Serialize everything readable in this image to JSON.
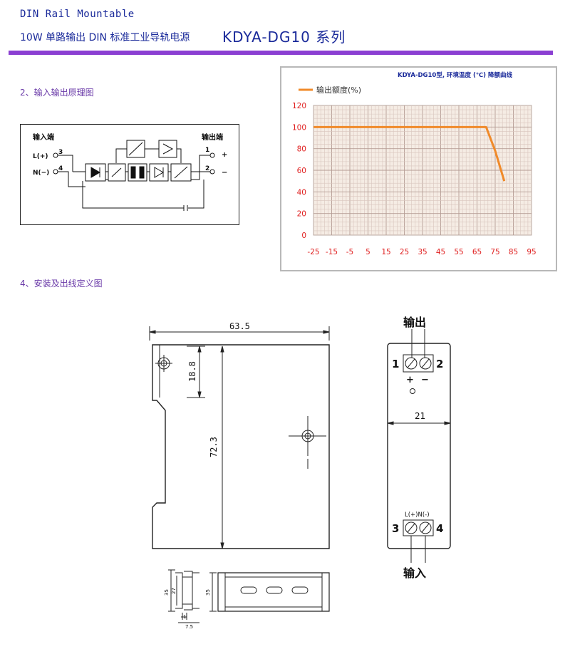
{
  "header": {
    "line1": "DIN Rail Mountable",
    "line2": "10W 单路输出 DIN 标准工业导轨电源",
    "series": "KDYA-DG10 系列",
    "accent_color": "#8b3fd2",
    "text_color": "#1a2a9a"
  },
  "principle": {
    "title": "2、输入输出原理图",
    "input_label": "输入端",
    "output_label": "输出端",
    "pin_L": "L(+)",
    "pin_N": "N(−)",
    "pin3": "3",
    "pin4": "4",
    "pin1": "1",
    "pin2": "2",
    "plus": "+",
    "minus": "−"
  },
  "derating": {
    "title": "KDYA-DG10型, 环境温度 (℃) 降额曲线",
    "legend": "输出额度(%)",
    "chart_data": {
      "type": "line",
      "title": "KDYA-DG10型, 环境温度 (℃) 降额曲线",
      "series": [
        {
          "name": "输出额度(%)",
          "x": [
            -25,
            70,
            75,
            80
          ],
          "y": [
            100,
            100,
            78,
            50
          ],
          "color": "#f08a2a"
        }
      ],
      "xlim": [
        -25,
        95
      ],
      "ylim": [
        0,
        120
      ],
      "xticks": [
        "-25",
        "-15",
        "-5",
        "5",
        "15",
        "25",
        "35",
        "45",
        "55",
        "65",
        "75",
        "85",
        "95"
      ],
      "yticks": [
        "0",
        "20",
        "40",
        "60",
        "80",
        "100",
        "120"
      ],
      "grid": true
    }
  },
  "install": {
    "title": "4、安装及出线定义图",
    "dim_width": "63.5",
    "dim_height": "72.3",
    "dim_hole": "18.8",
    "dim_side": "21",
    "out_label": "输出",
    "in_label": "输入",
    "t1": "1",
    "t2": "2",
    "t3": "3",
    "t4": "4",
    "plus": "+",
    "minus": "−",
    "in_pins": "L(+)N(-)",
    "rail_35a": "35",
    "rail_27": "27",
    "rail_35b": "35",
    "rail_1": "1",
    "rail_75": "7.5"
  }
}
